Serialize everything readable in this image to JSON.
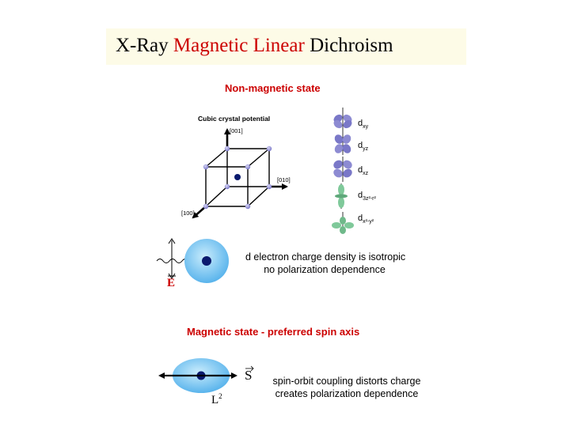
{
  "title": {
    "part1": "X-Ray ",
    "part2": "Magnetic Linear",
    "part3": " Dichroism"
  },
  "nonmagnetic": {
    "heading": "Non-magnetic state",
    "crystal_label": "Cubic crystal potential",
    "axis_001": "[001]",
    "axis_010": "[010]",
    "axis_100": "[100]",
    "orbitals": [
      {
        "main": "d",
        "sub": "xy"
      },
      {
        "main": "d",
        "sub": "yz"
      },
      {
        "main": "d",
        "sub": "xz"
      },
      {
        "main": "d",
        "sub": "3z²-r²"
      },
      {
        "main": "d",
        "sub": "x²-y²"
      }
    ],
    "field_label": "E",
    "desc_line1": "d electron charge density is isotropic",
    "desc_line2": "no polarization dependence"
  },
  "magnetic": {
    "heading": "Magnetic state - preferred spin axis",
    "spin_label": "S",
    "orbital_label": "L",
    "orbital_exp": "2",
    "desc_line1": "spin-orbit coupling distorts charge",
    "desc_line2": "creates  polarization dependence"
  },
  "colors": {
    "title_red": "#cc0000",
    "sphere": "#5ab4ec",
    "electron": "#0b1a6e",
    "orbital_blue": "#7a78c8",
    "orbital_green": "#7fc99a"
  }
}
